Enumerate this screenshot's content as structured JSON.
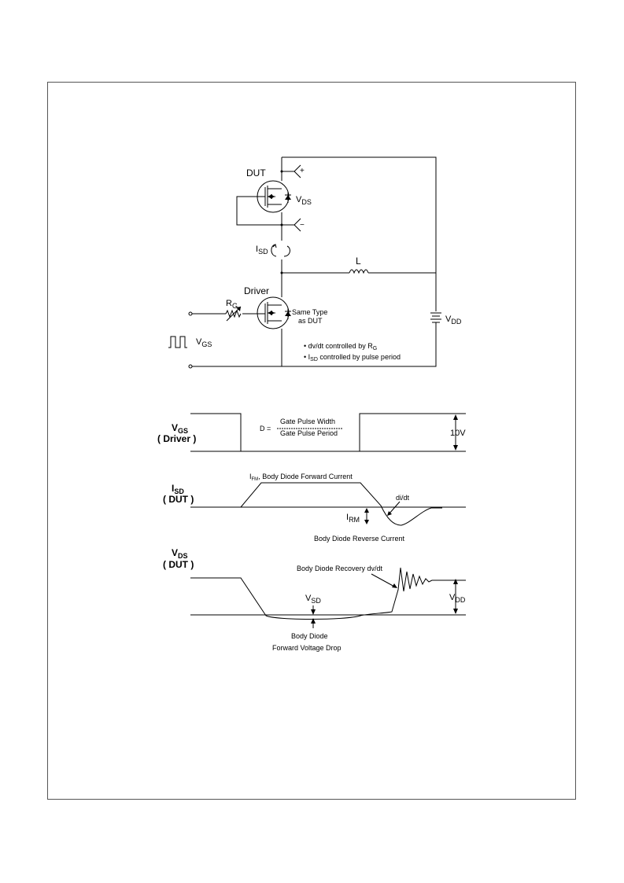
{
  "circuit": {
    "dut": "DUT",
    "plus": "+",
    "minus": "−",
    "vds_main": "V",
    "vds_sub": "DS",
    "isd_main": "I",
    "isd_sub": "SD",
    "inductor": "L",
    "driver": "Driver",
    "rg_main": "R",
    "rg_sub": "G",
    "same_type_1": "Same Type",
    "same_type_2": "as DUT",
    "vdd_main": "V",
    "vdd_sub": "DD",
    "vgs_main": "V",
    "vgs_sub": "GS",
    "note1_prefix": "• dv/dt controlled by  R",
    "note1_sub": "G",
    "note2_bullet": "• I",
    "note2_sub": "SD",
    "note2_rest": " controlled by pulse period"
  },
  "waveforms": {
    "vgs_label_main": "V",
    "vgs_label_sub": "GS",
    "vgs_label_2": "( Driver )",
    "duty_lhs": "D =",
    "duty_num": "Gate Pulse Width",
    "duty_den": "Gate Pulse Period",
    "ten_v": "10V",
    "isd_label_main": "I",
    "isd_label_sub": "SD",
    "isd_label_2": "( DUT )",
    "ifm_main": "I",
    "ifm_sub": "FM",
    "ifm_text": ", Body Diode Forward Current",
    "dvdt": "di/dt",
    "irm_main": "I",
    "irm_sub": "RM",
    "reverse_current": "Body Diode Reverse Current",
    "vds_label_main": "V",
    "vds_label_sub": "DS",
    "vds_label_2": "( DUT )",
    "recovery": "Body Diode Recovery dv/dt",
    "vsd_main": "V",
    "vsd_sub": "SD",
    "vdd_main": "V",
    "vdd_sub": "DD",
    "drop_1": "Body Diode",
    "drop_2": "Forward Voltage Drop"
  }
}
